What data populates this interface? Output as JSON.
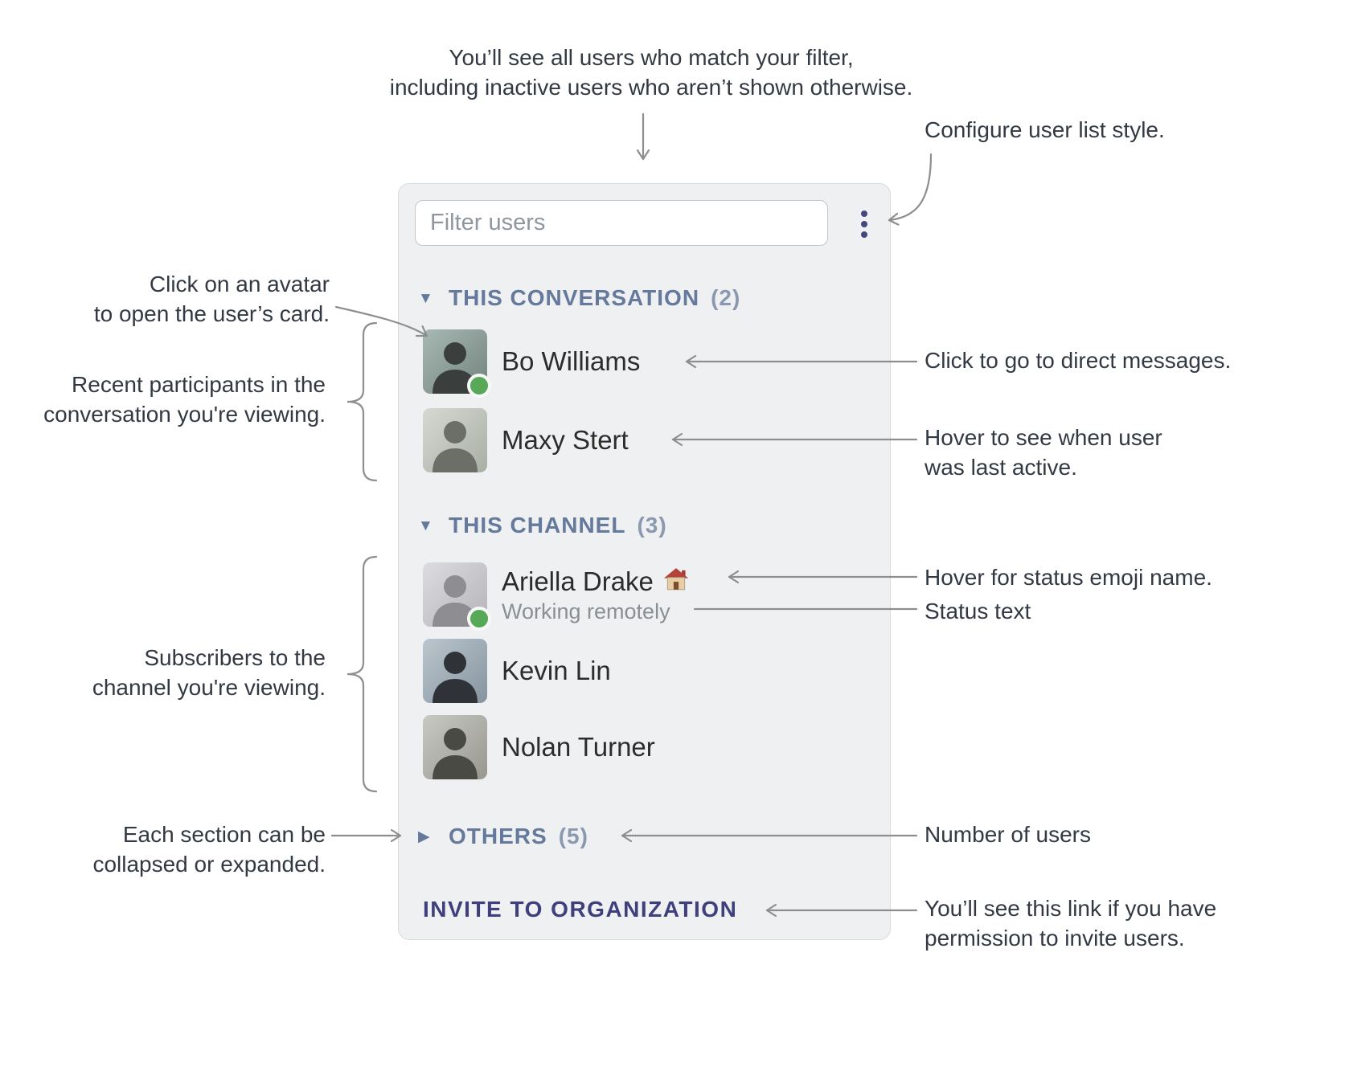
{
  "colors": {
    "accent_indigo": "#3f4086",
    "section_header_blue": "#64799b",
    "online_green": "#57a957",
    "connector_gray": "#8e8e8e",
    "panel_background": "#eff0f1"
  },
  "panel": {
    "filter_placeholder": "Filter users",
    "menu_icon": "vertical-ellipsis-icon",
    "sections": [
      {
        "chevron": "▼",
        "label": "THIS CONVERSATION",
        "count": "(2)",
        "users": [
          {
            "name": "Bo Williams",
            "online": true
          },
          {
            "name": "Maxy Stert",
            "online": false
          }
        ]
      },
      {
        "chevron": "▼",
        "label": "THIS CHANNEL",
        "count": "(3)",
        "users": [
          {
            "name": "Ariella Drake",
            "status_emoji": "house-icon",
            "status_text": "Working remotely",
            "online": true
          },
          {
            "name": "Kevin Lin",
            "online": false
          },
          {
            "name": "Nolan Turner",
            "online": false
          }
        ]
      },
      {
        "chevron": "▶",
        "label": "OTHERS",
        "count": "(5)",
        "users": []
      }
    ],
    "invite_link": "INVITE TO ORGANIZATION"
  },
  "annotations": {
    "filter_note": {
      "line1": "You’ll see all users who match your filter,",
      "line2": "including inactive users who aren’t shown otherwise."
    },
    "configure_note": "Configure user list style.",
    "avatar_note": {
      "line1": "Click on an avatar",
      "line2": "to open the user’s card."
    },
    "recent_note": {
      "line1": "Recent participants in the",
      "line2": "conversation you're viewing."
    },
    "dm_note": "Click to go to direct messages.",
    "last_active_note": {
      "line1": "Hover to see when user",
      "line2": "was last active."
    },
    "emoji_note": "Hover for status emoji name.",
    "status_note": "Status text",
    "subscribers_note": {
      "line1": "Subscribers to the",
      "line2": "channel you're viewing."
    },
    "collapse_note": {
      "line1": "Each section can be",
      "line2": "collapsed or expanded."
    },
    "count_note": "Number of users",
    "invite_note": {
      "line1": "You’ll see this link if you have",
      "line2": "permission to invite users."
    }
  }
}
